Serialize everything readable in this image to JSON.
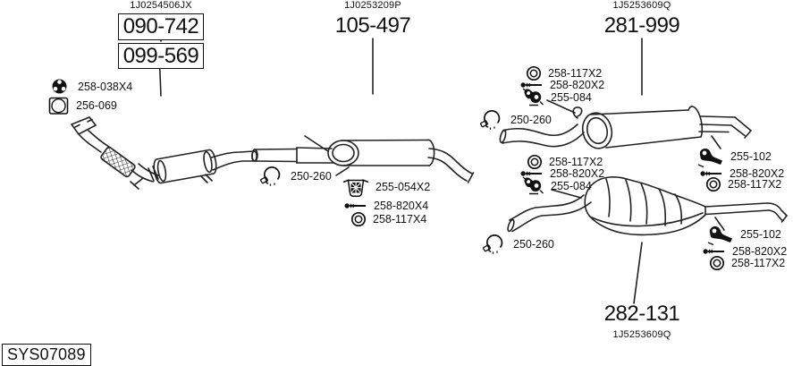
{
  "system_code": "SYS07089",
  "assemblies": {
    "front_pipe": {
      "oe_ref": "1J0254506JX",
      "codes": [
        "090-742",
        "099-569"
      ]
    },
    "center_muffler": {
      "oe_ref": "1J0253209P",
      "code": "105-497"
    },
    "rear_muffler_upper": {
      "oe_ref": "1J5253609Q",
      "code": "281-999"
    },
    "rear_muffler_lower": {
      "oe_ref": "1J5253609Q",
      "code": "282-131"
    }
  },
  "fittings": {
    "flange_nut": "258-038X4",
    "square_gasket": "256-069",
    "clamp_center": "250-260",
    "clamp_rear_upper": "250-260",
    "clamp_rear_lower": "250-260",
    "center_mount_set": [
      "255-054X2",
      "258-820X4",
      "258-117X4"
    ],
    "rear_upper_hanger_set": [
      "258-117X2",
      "258-820X2",
      "255-084"
    ],
    "rear_lower_hanger_set": [
      "258-117X2",
      "258-820X2",
      "255-084"
    ],
    "rear_upper_bracket_set": [
      "255-102",
      "258-820X2",
      "258-117X2"
    ],
    "rear_lower_bracket_set": [
      "255-102",
      "258-820X2",
      "258-117X2"
    ]
  }
}
